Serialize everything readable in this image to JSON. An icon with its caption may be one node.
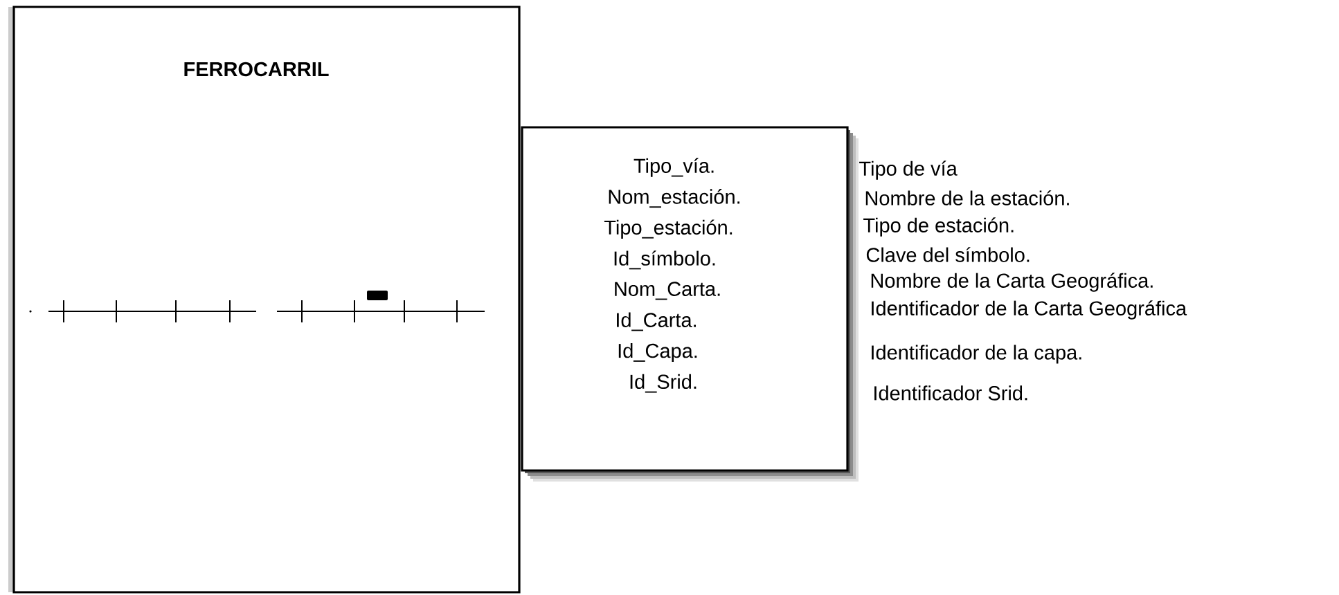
{
  "diagram": {
    "nodes": [
      {
        "text": [
          "FERROCARRIL"
        ]
      },
      {
        "text": [
          "Tipo_vía.",
          "Nom_estación.",
          "Tipo_estación.",
          "Id_símbolo.",
          "Nom_Carta.",
          "Id_Carta.",
          "Id_Capa.",
          "Id_Srid."
        ]
      }
    ],
    "labels": [
      "Tipo de vía",
      "Nombre de la estación.",
      "Tipo de estación.",
      "Clave del símbolo.",
      "Nombre de la Carta Geográfica.",
      "Identificador de la Carta Geográfica",
      "Identificador de la capa.",
      "Identificador Srid."
    ]
  }
}
